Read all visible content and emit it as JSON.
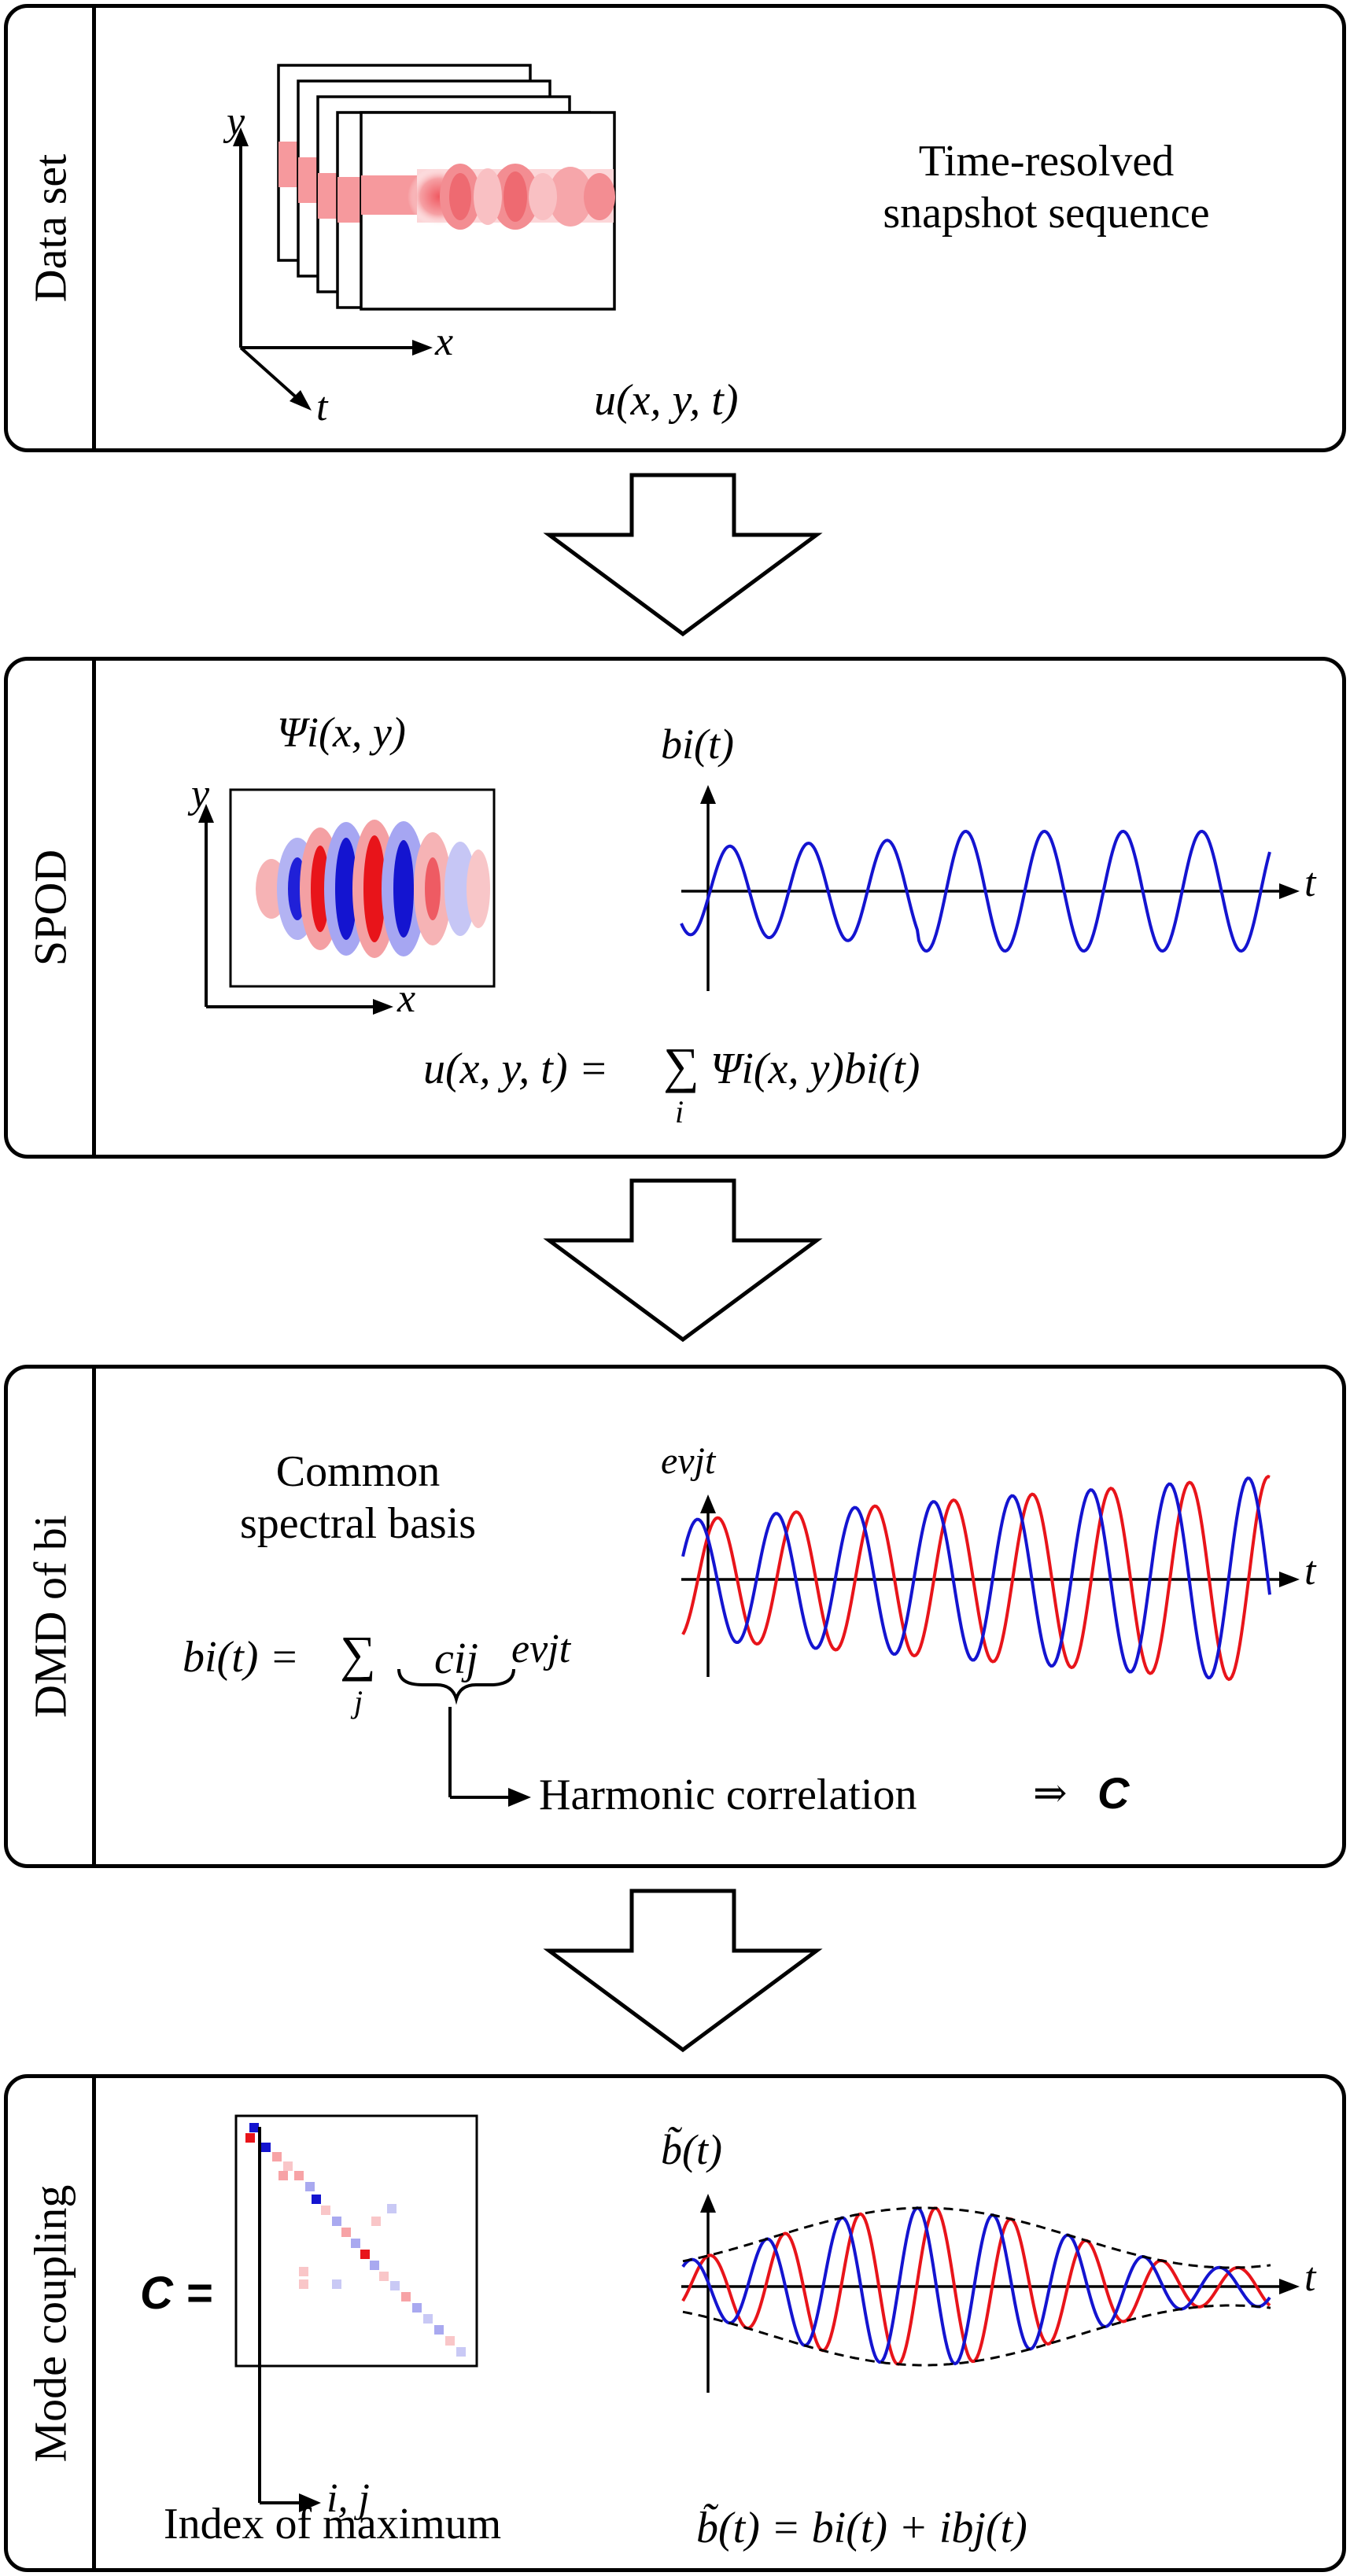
{
  "panels": {
    "dataset": {
      "label": "Data set",
      "description_line1": "Time-resolved",
      "description_line2": "snapshot sequence",
      "axis_x": "x",
      "axis_y": "y",
      "axis_t": "t",
      "formula": "u(x, y, t)"
    },
    "spod": {
      "label": "SPOD",
      "mode_title": "Ψi(x, y)",
      "coeff_title": "bi(t)",
      "axis_x": "x",
      "axis_y": "y",
      "axis_t": "t",
      "formula_lhs": "u(x, y, t) =",
      "formula_sum": "∑",
      "formula_sum_index": "i",
      "formula_rhs": "Ψi(x, y)bi(t)"
    },
    "dmd": {
      "label": "DMD of bi",
      "basis_line1": "Common",
      "basis_line2": "spectral basis",
      "exp_title": "eνjt",
      "axis_t": "t",
      "formula_lhs": "bi(t) =",
      "formula_sum": "∑",
      "formula_sum_index": "j",
      "formula_c": "cij",
      "formula_exp": "eνjt",
      "harmonic_label": "Harmonic correlation",
      "implies": "⇒",
      "matrix_symbol": "C"
    },
    "coupling": {
      "label": "Mode coupling",
      "matrix_lhs": "C =",
      "axis_ij": "i, j",
      "index_label": "Index of maximum",
      "btilde_title": "b̃(t)",
      "axis_t": "t",
      "formula": "b̃(t) = bi(t) + ibj(t)"
    }
  },
  "colors": {
    "red": "#e8141a",
    "blue": "#1414d0",
    "red_light": "#f7a3a6",
    "blue_light": "#a9a9f0",
    "stroke": "#000000"
  }
}
